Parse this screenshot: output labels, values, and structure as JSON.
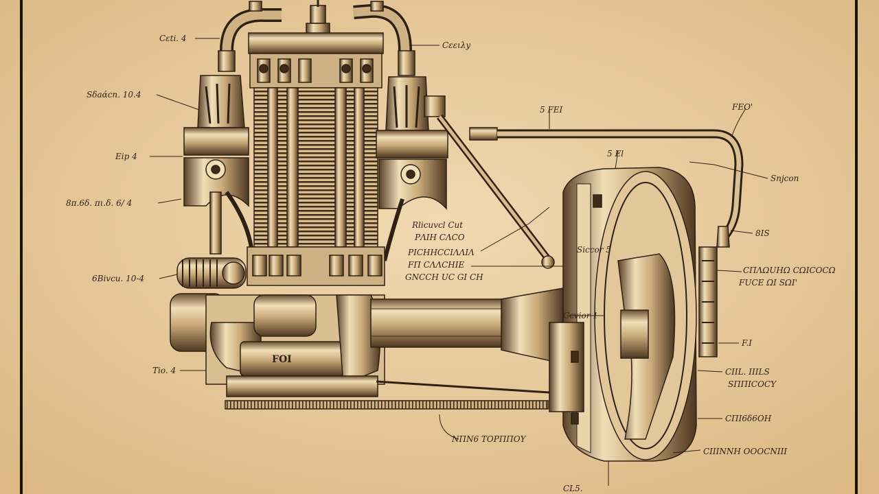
{
  "colors": {
    "paper": "#e7c99a",
    "paper_light": "#f0d9b1",
    "ink": "#2e2013",
    "metal_light": "#f1dfb8",
    "metal_mid": "#c7a777",
    "metal_dark": "#6b5032",
    "frame": "#1c140c"
  },
  "labels": {
    "l1": "Cεti. 4",
    "l2": "Cεειλy",
    "l3": "Sδaάcn. 10.4",
    "l4": "5 FEI",
    "l5": "FEO'",
    "l6": "Eip 4",
    "l7": "5 El",
    "l8": "Snjcon",
    "l9": "8π.6δ. πι.δ. 6/ 4",
    "l10": "8IS",
    "l11": "Rlicuvcl Cut",
    "l12": "PΛIH CΛCO",
    "l13": "PICHHCCIΛΛIΛ",
    "l14": "FΠ CΛΛCHIE",
    "l15": "GNCCH UC GI CH",
    "l16": "Siccor 5",
    "l17": "6Bivcu. 10-4",
    "l18": "CΠΛΩUΗΩ CΩICOCΩ",
    "l19": "FUCE ΩI SΩI'",
    "l20": "Ccvior 1",
    "l21": "FOI",
    "l22": "F.I",
    "l23": "Tio. 4",
    "l24": "CIIL. IIILS",
    "l25": "SΠΠICOCY",
    "l26": "CΠΙ6δ6ΟΗ",
    "l27": "NΠΝ6 ΤΟΡΠΠΟΥ",
    "l28": "CIΙΙΝΝΗ ΟΟΟCΝΙΙΙ",
    "l29": "CL5."
  }
}
